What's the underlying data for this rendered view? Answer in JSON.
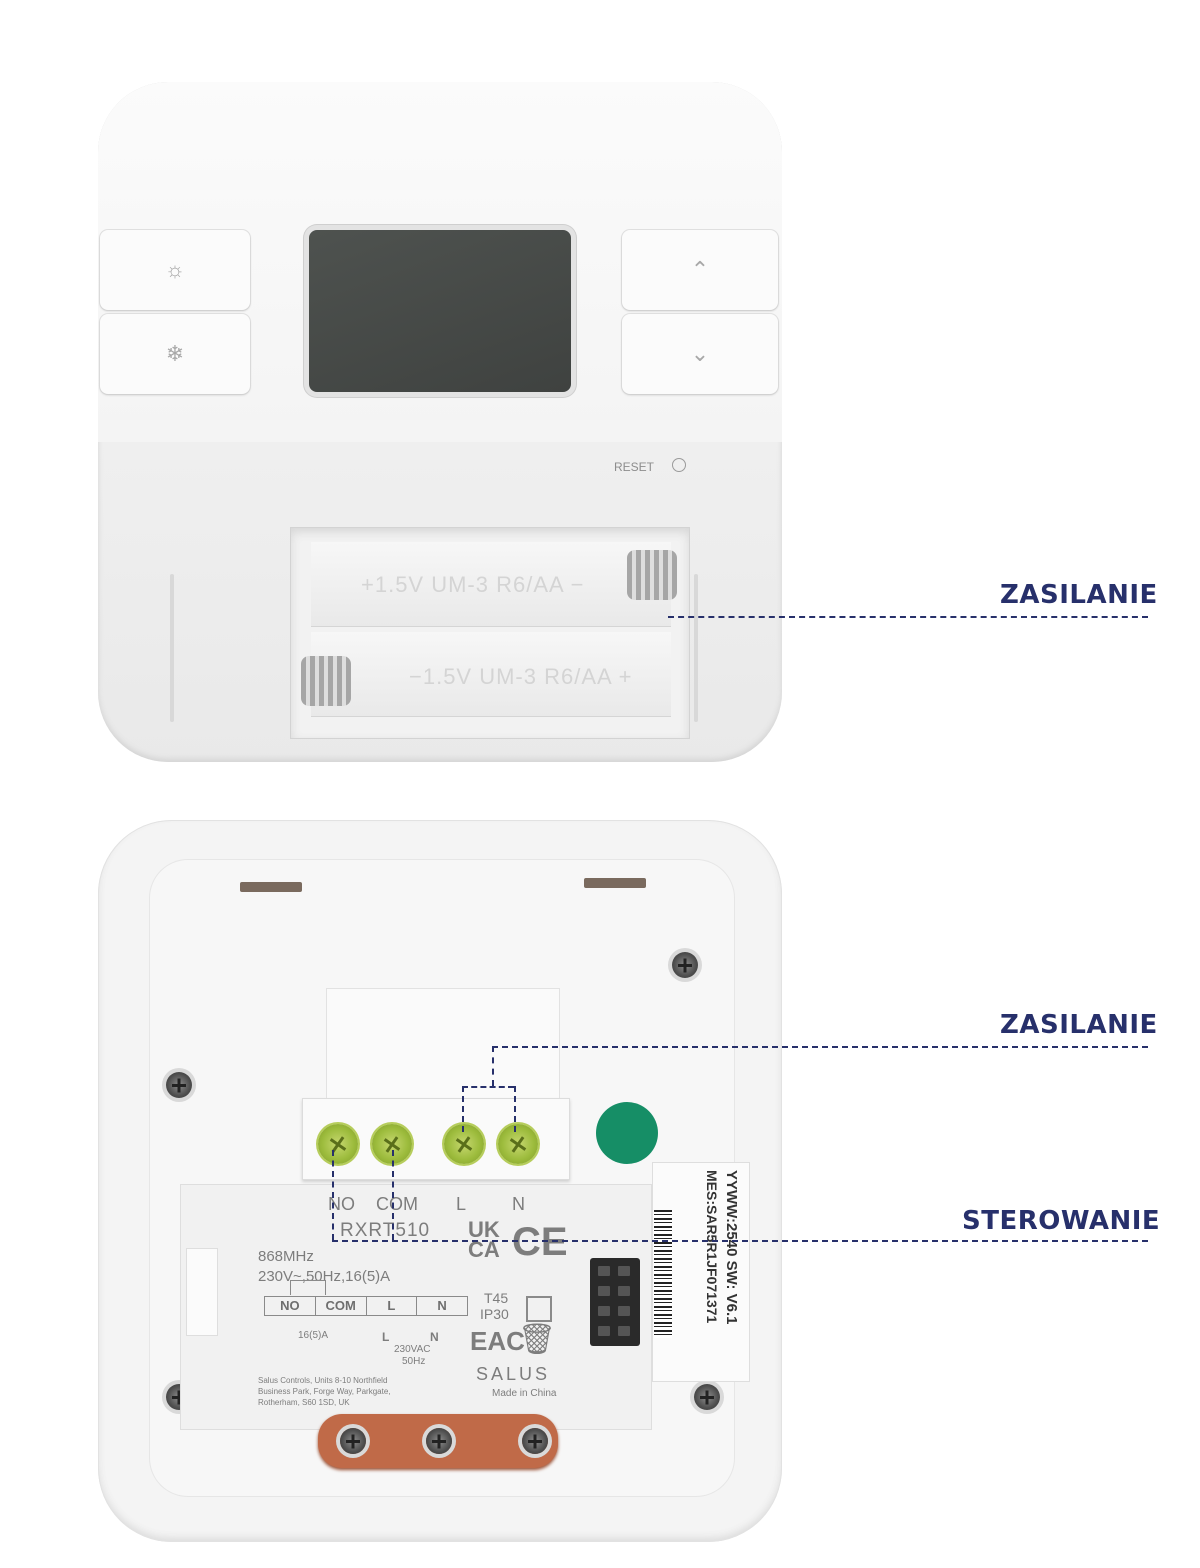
{
  "callouts": {
    "top_power": "ZASILANIE",
    "bottom_power": "ZASILANIE",
    "control": "STEROWANIE"
  },
  "front": {
    "reset_label": "RESET",
    "battery_label_top": "+1.5V UM-3 R6/AA −",
    "battery_label_bottom": "−1.5V UM-3 R6/AA +",
    "button_icons": [
      "sun-icon",
      "snowflake-icon",
      "chevron-up-icon",
      "chevron-down-icon"
    ]
  },
  "back": {
    "terminals": [
      "NO",
      "COM",
      "L",
      "N"
    ],
    "model": "RXRT510",
    "frequency": "868MHz",
    "rating": "230V~,50Hz,16(5)A",
    "marks": [
      "UK CA",
      "CE",
      "T45",
      "IP30",
      "EAC"
    ],
    "wiring_labels": [
      "NO",
      "COM",
      "L",
      "N"
    ],
    "wiring_current": "16(5)A",
    "wiring_L": "L",
    "wiring_N": "N",
    "wiring_voltage": "230VAC",
    "wiring_freq": "50Hz",
    "brand": "SALUS",
    "made_in": "Made in China",
    "address_line1": "Salus Controls, Units 8-10 Northfield",
    "address_line2": "Business Park, Forge Way, Parkgate,",
    "address_line3": "Rotherham, S60 1SD, UK",
    "sticker_line1": "YYWW:2540    SW: V6.1",
    "sticker_line2": "MES:SAR5R1JF071371"
  }
}
